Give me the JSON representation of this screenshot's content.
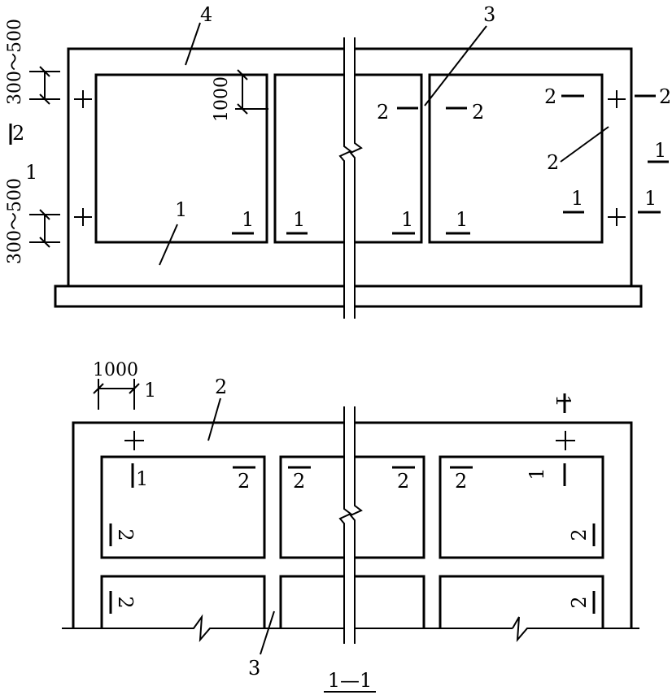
{
  "labels": {
    "n1": "1",
    "n2": "2",
    "n3": "3",
    "n4": "4",
    "dim_1000": "1000",
    "dim_300_500": "300～500",
    "section_1_1": "1—1"
  }
}
